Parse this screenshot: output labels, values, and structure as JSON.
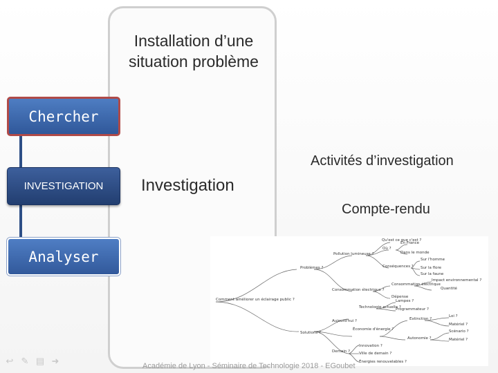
{
  "panel": {
    "title": "Installation d’une situation problème"
  },
  "steps": {
    "chercher": "Chercher",
    "investigation": "INVESTIGATION",
    "analyser": "Analyser"
  },
  "labels": {
    "investigation": "Investigation",
    "activites": "Activités d’investigation",
    "compte_rendu": "Compte-rendu"
  },
  "mindmap": {
    "root": "Comment améliorer un éclairage public ?",
    "nodes": [
      "Qu'est ce que c'est ?",
      "Où ?",
      "En France",
      "Dans le monde",
      "Pollution lumineuse ?",
      "Conséquences ?",
      "Sur l'homme",
      "Sur la flore",
      "Sur la faune",
      "Problèmes ?",
      "Consommation électrique ?",
      "Impact environnemental ?",
      "Consommation électrique",
      "Quantité",
      "Dépense",
      "Technologie actuelle ?",
      "Lampes ?",
      "Programmateur ?",
      "Aujourd'hui ?",
      "Extinction ?",
      "Loi ?",
      "Matériel ?",
      "Économie d'énergie ?",
      "Autonomie ?",
      "Scénario ?",
      "Matériel ?",
      "Solutions ?",
      "Demain ?",
      "Innovation ?",
      "Ville de demain ?",
      "Énergies renouvelables ?"
    ]
  },
  "footer": "Académie de Lyon - Séminaire de Technologie 2018 - EGoubet",
  "nav_icons": [
    "arrow-left-icon",
    "pen-icon",
    "menu-icon",
    "arrow-right-icon"
  ]
}
